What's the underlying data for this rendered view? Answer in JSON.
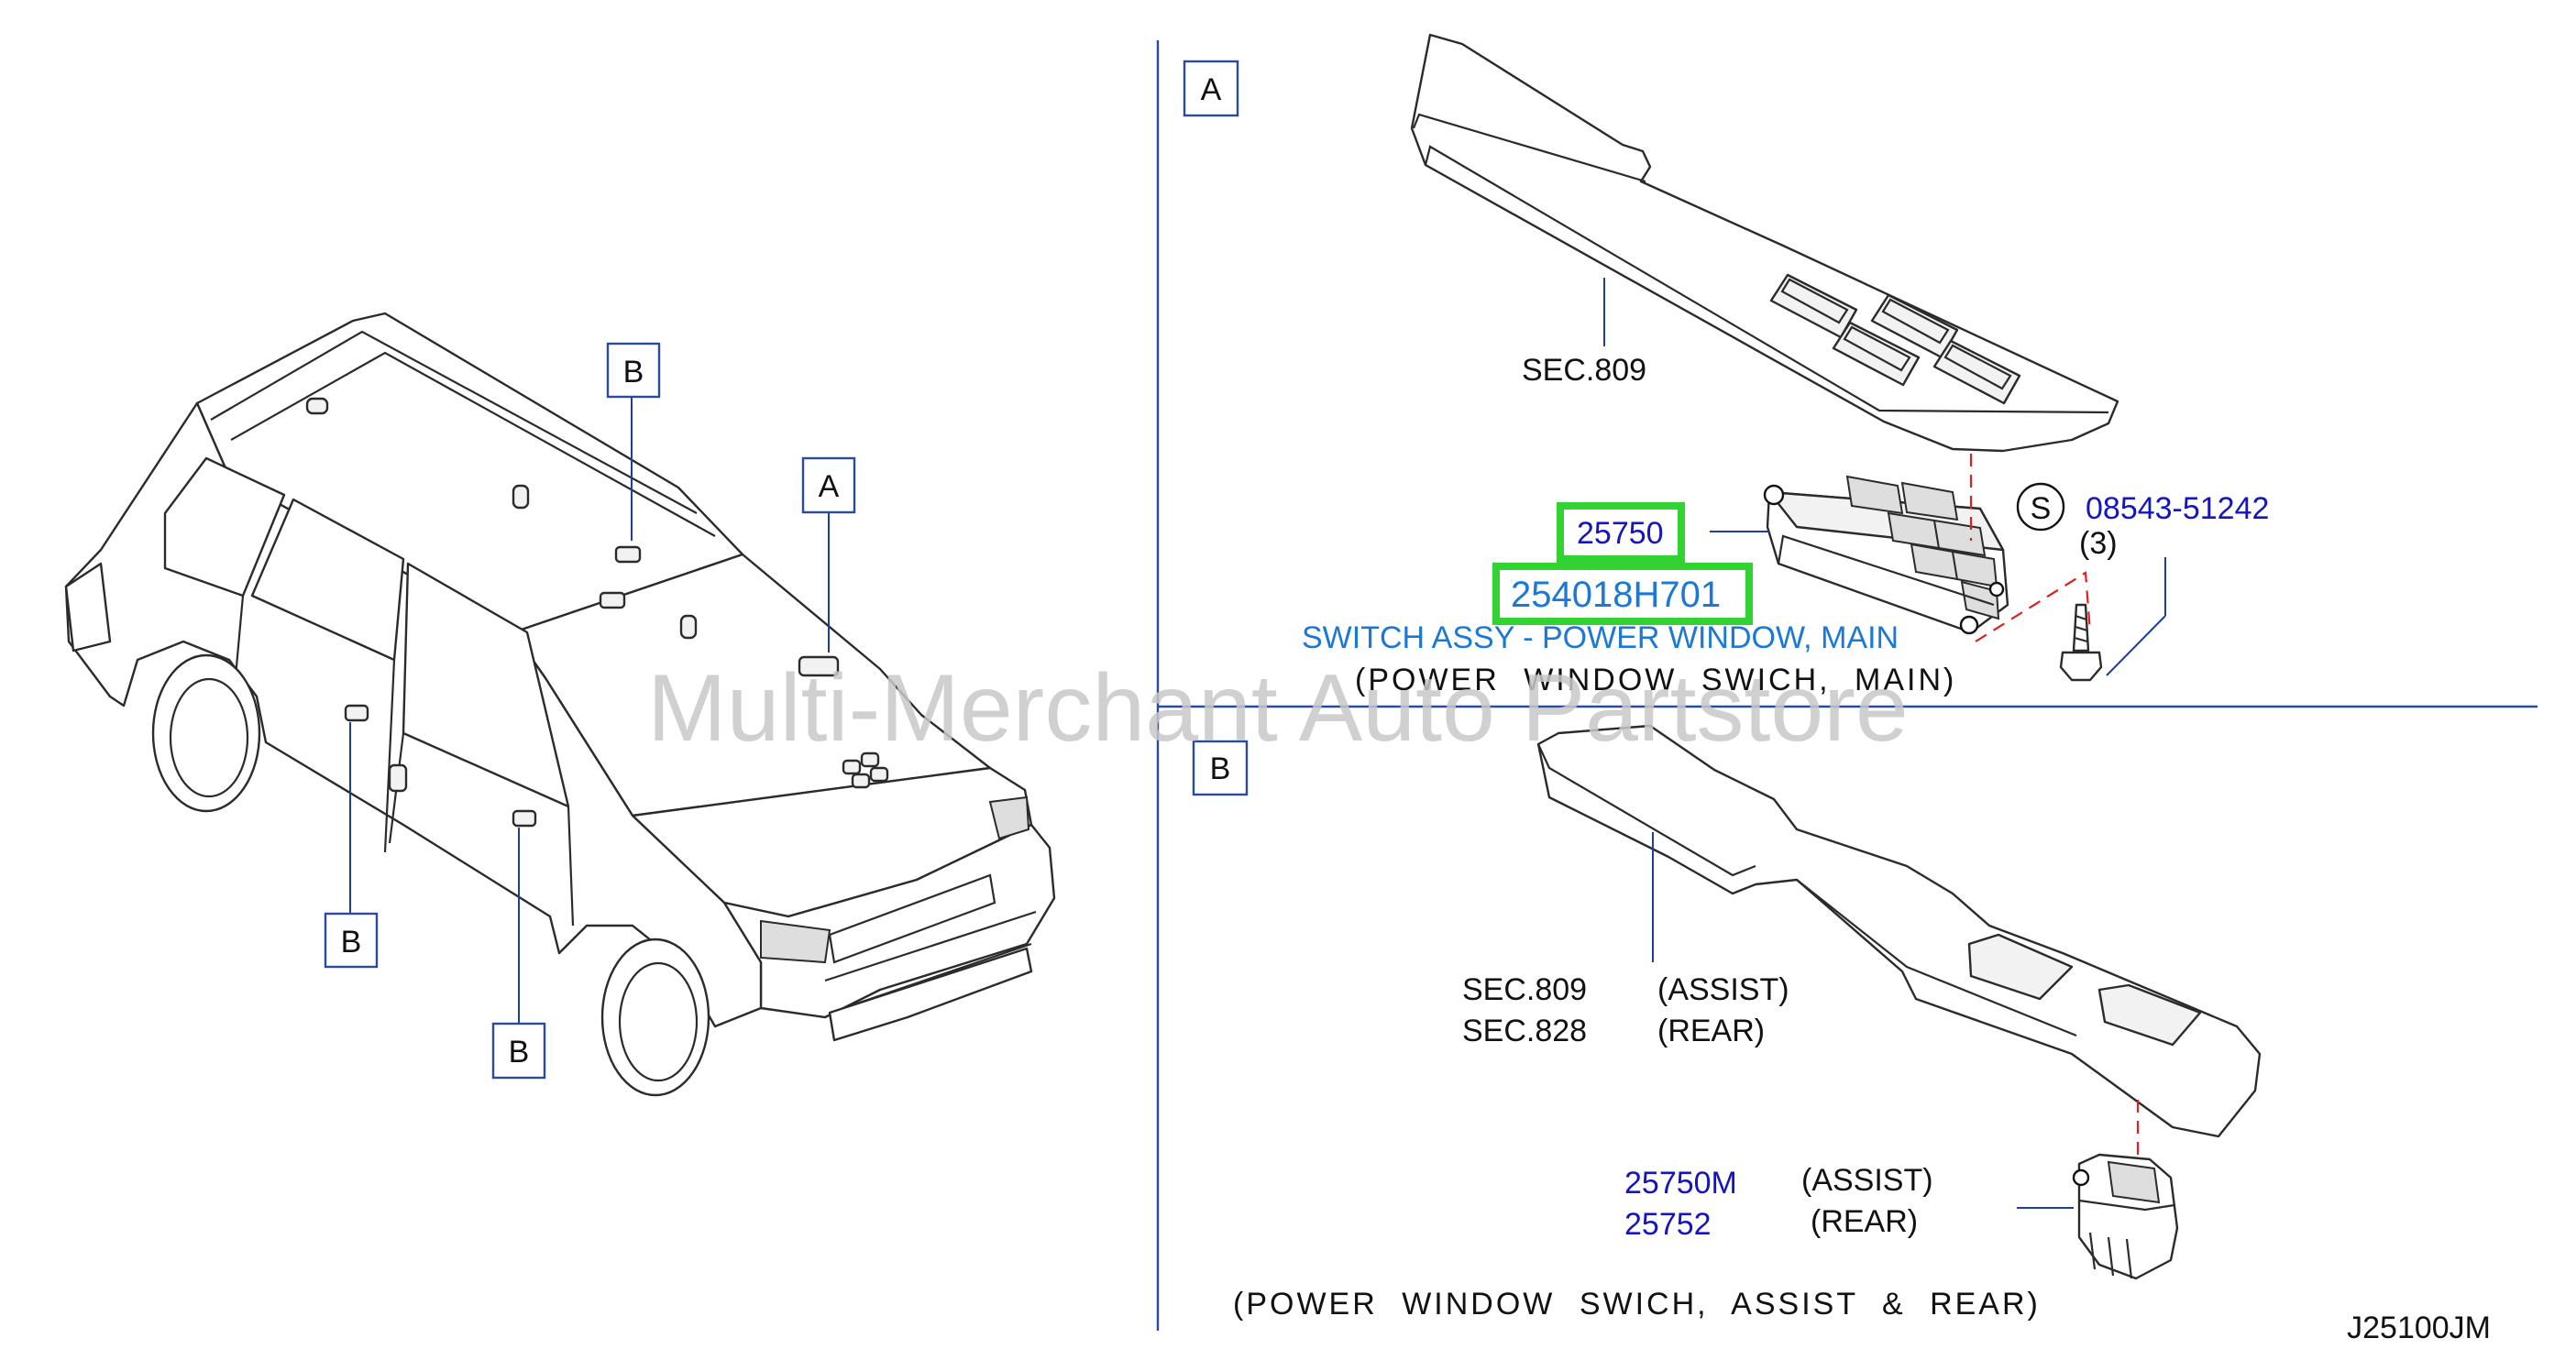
{
  "callouts": {
    "car_A": "A",
    "car_B1": "B",
    "car_B2": "B",
    "car_B3": "B",
    "section_A": "A",
    "section_B": "B"
  },
  "section_a": {
    "sec_ref": "SEC.809",
    "part_main": "25750",
    "part_alt": "254018H701",
    "part_name": "SWITCH ASSY - POWER WINDOW, MAIN",
    "part_caption": "(POWER  WINDOW  SWICH,  MAIN)",
    "screw_symbol": "S",
    "screw_part": "08543-51242",
    "screw_qty": "(3)"
  },
  "section_b": {
    "sec_ref_1": "SEC.809",
    "sec_ref_1_note": "(ASSIST)",
    "sec_ref_2": "SEC.828",
    "sec_ref_2_note": "(REAR)",
    "part_assist": "25750M",
    "part_assist_note": "(ASSIST)",
    "part_rear": "25752",
    "part_rear_note": "(REAR)",
    "caption": "(POWER  WINDOW  SWICH,  ASSIST  &  REAR)"
  },
  "diagram_code": "J25100JM",
  "watermark": "Multi-Merchant Auto Partstore",
  "colors": {
    "highlight": "#33d233",
    "part_number_blue": "#1515c0",
    "part_name_blue": "#1a78d6",
    "dashed_line_red": "#e02020",
    "divider_blue": "#2a4a9c"
  }
}
